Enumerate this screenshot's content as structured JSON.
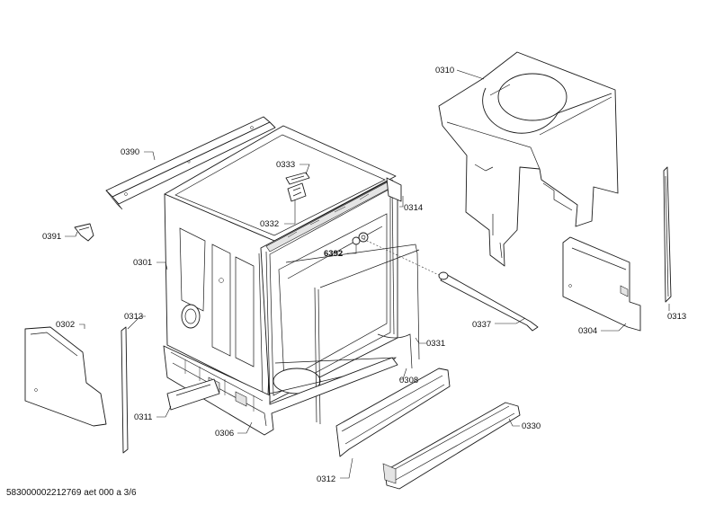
{
  "labels": {
    "p0310": "0310",
    "p0390": "0390",
    "p0333": "0333",
    "p0332": "0332",
    "p0314": "0314",
    "p0391": "0391",
    "p0301": "0301",
    "p6392": "6392",
    "p0313_right": "0313",
    "p0302": "0302",
    "p0313_left": "0313",
    "p0337": "0337",
    "p0304": "0304",
    "p0331": "0331",
    "p0308": "0308",
    "p0311": "0311",
    "p0330": "0330",
    "p0306": "0306",
    "p0312": "0312"
  },
  "footer": {
    "document_id": "583000002212769 aet 000 a 3/6"
  }
}
